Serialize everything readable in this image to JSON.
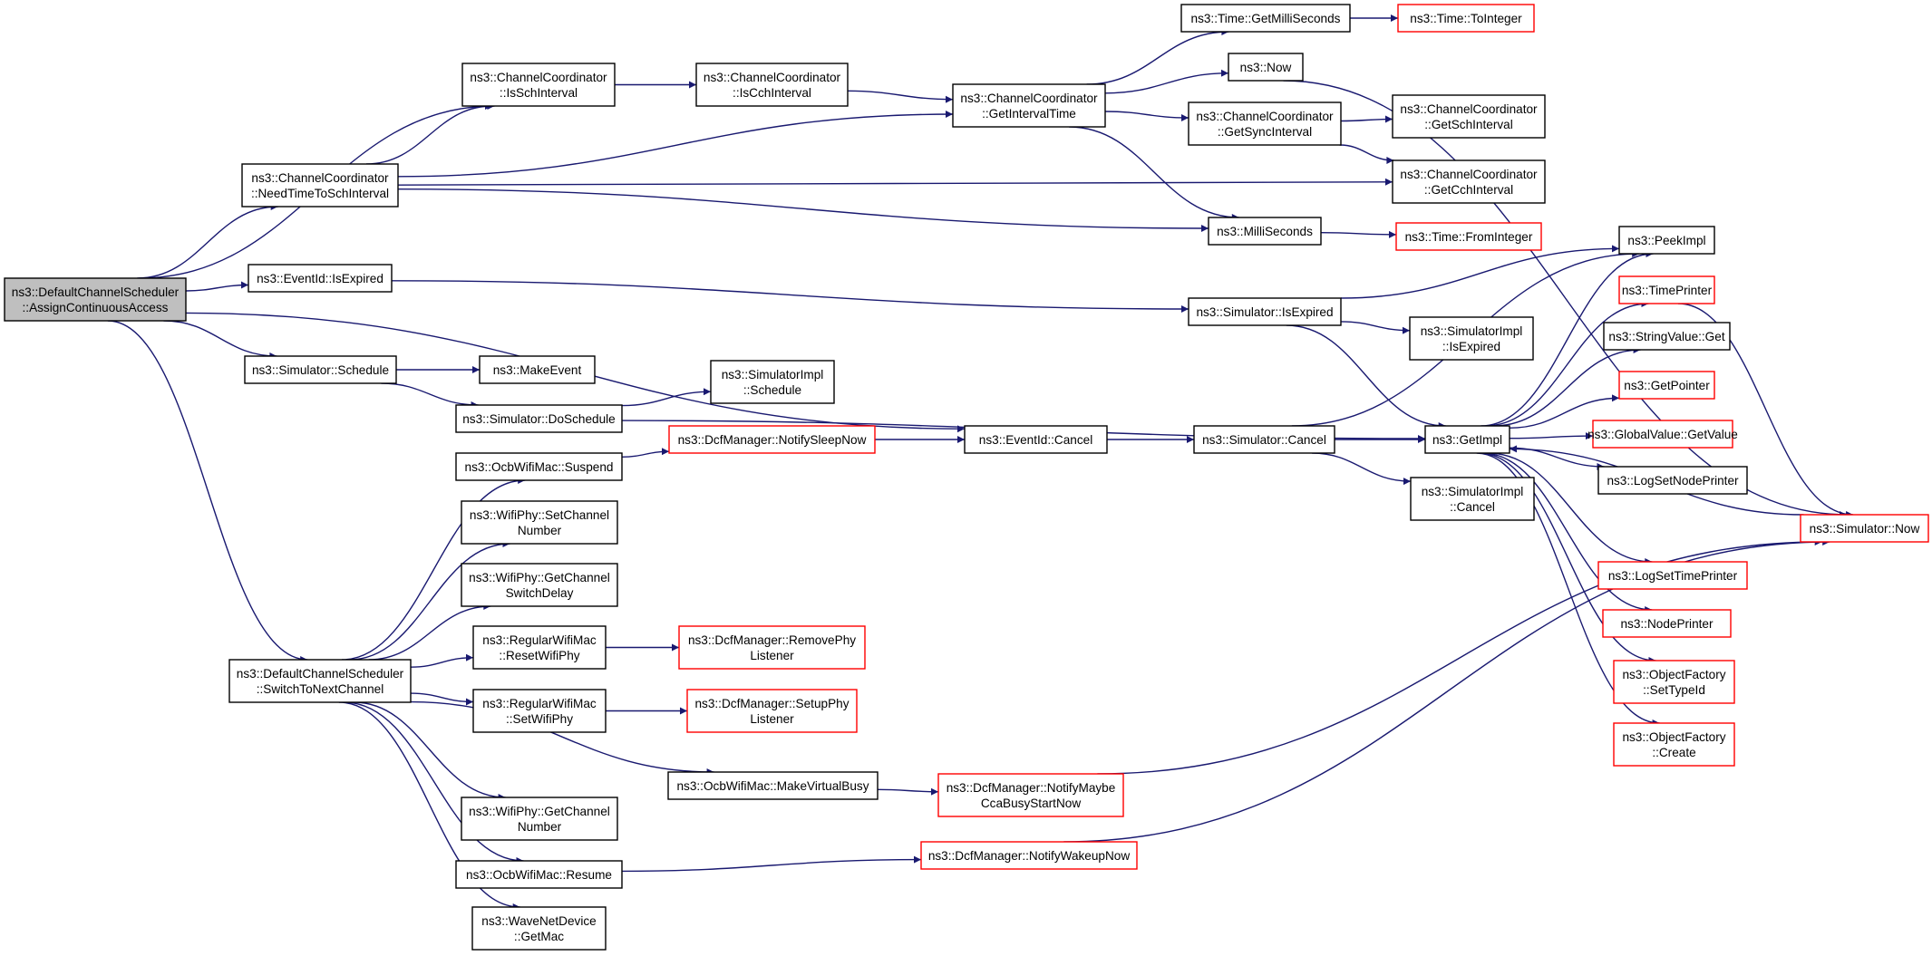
{
  "colors": {
    "edge": "#191970",
    "node_border": "#000000",
    "external_border": "#ff0000",
    "root_fill": "#bfbfbf",
    "node_fill": "#ffffff",
    "text": "#000000"
  },
  "nodes": [
    {
      "id": "root",
      "style": "root",
      "lines": [
        "ns3::DefaultChannelScheduler",
        "::AssignContinuousAccess"
      ]
    },
    {
      "id": "cc_issch",
      "style": "normal",
      "lines": [
        "ns3::ChannelCoordinator",
        "::IsSchInterval"
      ]
    },
    {
      "id": "cc_needtime",
      "style": "normal",
      "lines": [
        "ns3::ChannelCoordinator",
        "::NeedTimeToSchInterval"
      ]
    },
    {
      "id": "eid_isexp",
      "style": "normal",
      "lines": [
        "ns3::EventId::IsExpired"
      ]
    },
    {
      "id": "sim_schedule",
      "style": "normal",
      "lines": [
        "ns3::Simulator::Schedule"
      ]
    },
    {
      "id": "dcs_switch",
      "style": "normal",
      "lines": [
        "ns3::DefaultChannelScheduler",
        "::SwitchToNextChannel"
      ]
    },
    {
      "id": "cc_iscch",
      "style": "normal",
      "lines": [
        "ns3::ChannelCoordinator",
        "::IsCchInterval"
      ]
    },
    {
      "id": "cc_getint",
      "style": "normal",
      "lines": [
        "ns3::ChannelCoordinator",
        "::GetIntervalTime"
      ]
    },
    {
      "id": "time_getms",
      "style": "normal",
      "lines": [
        "ns3::Time::GetMilliSeconds"
      ]
    },
    {
      "id": "time_toint",
      "style": "external",
      "lines": [
        "ns3::Time::ToInteger"
      ]
    },
    {
      "id": "now",
      "style": "normal",
      "lines": [
        "ns3::Now"
      ]
    },
    {
      "id": "cc_getsync",
      "style": "normal",
      "lines": [
        "ns3::ChannelCoordinator",
        "::GetSyncInterval"
      ]
    },
    {
      "id": "cc_getsch",
      "style": "normal",
      "lines": [
        "ns3::ChannelCoordinator",
        "::GetSchInterval"
      ]
    },
    {
      "id": "cc_getcch",
      "style": "normal",
      "lines": [
        "ns3::ChannelCoordinator",
        "::GetCchInterval"
      ]
    },
    {
      "id": "millis",
      "style": "normal",
      "lines": [
        "ns3::MilliSeconds"
      ]
    },
    {
      "id": "time_fromint",
      "style": "external",
      "lines": [
        "ns3::Time::FromInteger"
      ]
    },
    {
      "id": "peekimpl",
      "style": "normal",
      "lines": [
        "ns3::PeekImpl"
      ]
    },
    {
      "id": "sim_isexp",
      "style": "normal",
      "lines": [
        "ns3::Simulator::IsExpired"
      ]
    },
    {
      "id": "timeprinter",
      "style": "external",
      "lines": [
        "ns3::TimePrinter"
      ]
    },
    {
      "id": "simimpl_isexp",
      "style": "normal",
      "lines": [
        "ns3::SimulatorImpl",
        "::IsExpired"
      ]
    },
    {
      "id": "strval_get",
      "style": "normal",
      "lines": [
        "ns3::StringValue::Get"
      ]
    },
    {
      "id": "makeevent",
      "style": "normal",
      "lines": [
        "ns3::MakeEvent"
      ]
    },
    {
      "id": "simimpl_sched",
      "style": "normal",
      "lines": [
        "ns3::SimulatorImpl",
        "::Schedule"
      ]
    },
    {
      "id": "getpointer",
      "style": "external",
      "lines": [
        "ns3::GetPointer"
      ]
    },
    {
      "id": "sim_dosched",
      "style": "normal",
      "lines": [
        "ns3::Simulator::DoSchedule"
      ]
    },
    {
      "id": "dcf_notifysleep",
      "style": "external",
      "lines": [
        "ns3::DcfManager::NotifySleepNow"
      ]
    },
    {
      "id": "eid_cancel",
      "style": "normal",
      "lines": [
        "ns3::EventId::Cancel"
      ]
    },
    {
      "id": "sim_cancel",
      "style": "normal",
      "lines": [
        "ns3::Simulator::Cancel"
      ]
    },
    {
      "id": "getimpl",
      "style": "normal",
      "lines": [
        "ns3::GetImpl"
      ]
    },
    {
      "id": "gv_getvalue",
      "style": "external",
      "lines": [
        "ns3::GlobalValue::GetValue"
      ]
    },
    {
      "id": "ocb_suspend",
      "style": "normal",
      "lines": [
        "ns3::OcbWifiMac::Suspend"
      ]
    },
    {
      "id": "lognodeprinter",
      "style": "normal",
      "lines": [
        "ns3::LogSetNodePrinter"
      ]
    },
    {
      "id": "simimpl_cancel",
      "style": "normal",
      "lines": [
        "ns3::SimulatorImpl",
        "::Cancel"
      ]
    },
    {
      "id": "sim_now",
      "style": "external",
      "lines": [
        "ns3::Simulator::Now"
      ]
    },
    {
      "id": "phy_setchan",
      "style": "normal",
      "lines": [
        "ns3::WifiPhy::SetChannel",
        "Number"
      ]
    },
    {
      "id": "logtimeprinter",
      "style": "external",
      "lines": [
        "ns3::LogSetTimePrinter"
      ]
    },
    {
      "id": "phy_getswitch",
      "style": "normal",
      "lines": [
        "ns3::WifiPhy::GetChannel",
        "SwitchDelay"
      ]
    },
    {
      "id": "nodeprinter",
      "style": "external",
      "lines": [
        "ns3::NodePrinter"
      ]
    },
    {
      "id": "rwm_reset",
      "style": "normal",
      "lines": [
        "ns3::RegularWifiMac",
        "::ResetWifiPhy"
      ]
    },
    {
      "id": "dcf_removephy",
      "style": "external",
      "lines": [
        "ns3::DcfManager::RemovePhy",
        "Listener"
      ]
    },
    {
      "id": "of_settypeid",
      "style": "external",
      "lines": [
        "ns3::ObjectFactory",
        "::SetTypeId"
      ]
    },
    {
      "id": "rwm_set",
      "style": "normal",
      "lines": [
        "ns3::RegularWifiMac",
        "::SetWifiPhy"
      ]
    },
    {
      "id": "dcf_setupphy",
      "style": "external",
      "lines": [
        "ns3::DcfManager::SetupPhy",
        "Listener"
      ]
    },
    {
      "id": "of_create",
      "style": "external",
      "lines": [
        "ns3::ObjectFactory",
        "::Create"
      ]
    },
    {
      "id": "ocb_makebusy",
      "style": "normal",
      "lines": [
        "ns3::OcbWifiMac::MakeVirtualBusy"
      ]
    },
    {
      "id": "dcf_notifycca",
      "style": "external",
      "lines": [
        "ns3::DcfManager::NotifyMaybe",
        "CcaBusyStartNow"
      ]
    },
    {
      "id": "phy_getchan",
      "style": "normal",
      "lines": [
        "ns3::WifiPhy::GetChannel",
        "Number"
      ]
    },
    {
      "id": "dcf_notifywake",
      "style": "external",
      "lines": [
        "ns3::DcfManager::NotifyWakeupNow"
      ]
    },
    {
      "id": "ocb_resume",
      "style": "normal",
      "lines": [
        "ns3::OcbWifiMac::Resume"
      ]
    },
    {
      "id": "wnd_getmac",
      "style": "normal",
      "lines": [
        "ns3::WaveNetDevice",
        "::GetMac"
      ]
    }
  ],
  "edges": [
    [
      "root",
      "cc_issch"
    ],
    [
      "root",
      "cc_needtime"
    ],
    [
      "root",
      "eid_isexp"
    ],
    [
      "root",
      "eid_cancel"
    ],
    [
      "root",
      "sim_schedule"
    ],
    [
      "root",
      "dcs_switch"
    ],
    [
      "cc_issch",
      "cc_iscch"
    ],
    [
      "cc_iscch",
      "cc_getint"
    ],
    [
      "cc_needtime",
      "cc_issch"
    ],
    [
      "cc_needtime",
      "cc_getint"
    ],
    [
      "cc_needtime",
      "cc_getcch"
    ],
    [
      "cc_needtime",
      "millis"
    ],
    [
      "cc_getint",
      "time_getms"
    ],
    [
      "cc_getint",
      "now"
    ],
    [
      "cc_getint",
      "cc_getsync"
    ],
    [
      "cc_getint",
      "millis"
    ],
    [
      "time_getms",
      "time_toint"
    ],
    [
      "now",
      "sim_now"
    ],
    [
      "cc_getsync",
      "cc_getsch"
    ],
    [
      "cc_getsync",
      "cc_getcch"
    ],
    [
      "millis",
      "time_fromint"
    ],
    [
      "eid_isexp",
      "sim_isexp"
    ],
    [
      "sim_isexp",
      "peekimpl"
    ],
    [
      "sim_isexp",
      "simimpl_isexp"
    ],
    [
      "sim_isexp",
      "getimpl"
    ],
    [
      "sim_schedule",
      "makeevent"
    ],
    [
      "sim_schedule",
      "sim_dosched"
    ],
    [
      "sim_dosched",
      "simimpl_sched"
    ],
    [
      "sim_dosched",
      "getimpl"
    ],
    [
      "eid_cancel",
      "sim_cancel"
    ],
    [
      "sim_cancel",
      "peekimpl"
    ],
    [
      "sim_cancel",
      "getimpl"
    ],
    [
      "sim_cancel",
      "simimpl_cancel"
    ],
    [
      "getimpl",
      "peekimpl"
    ],
    [
      "getimpl",
      "timeprinter"
    ],
    [
      "getimpl",
      "strval_get"
    ],
    [
      "getimpl",
      "getpointer"
    ],
    [
      "getimpl",
      "gv_getvalue"
    ],
    [
      "getimpl",
      "lognodeprinter"
    ],
    [
      "getimpl",
      "logtimeprinter"
    ],
    [
      "getimpl",
      "nodeprinter"
    ],
    [
      "getimpl",
      "of_settypeid"
    ],
    [
      "getimpl",
      "of_create"
    ],
    [
      "timeprinter",
      "sim_now"
    ],
    [
      "sim_now",
      "getimpl"
    ],
    [
      "dcs_switch",
      "ocb_suspend"
    ],
    [
      "dcs_switch",
      "phy_setchan"
    ],
    [
      "dcs_switch",
      "phy_getswitch"
    ],
    [
      "dcs_switch",
      "rwm_reset"
    ],
    [
      "dcs_switch",
      "rwm_set"
    ],
    [
      "dcs_switch",
      "ocb_makebusy"
    ],
    [
      "dcs_switch",
      "phy_getchan"
    ],
    [
      "dcs_switch",
      "ocb_resume"
    ],
    [
      "dcs_switch",
      "wnd_getmac"
    ],
    [
      "ocb_suspend",
      "dcf_notifysleep"
    ],
    [
      "dcf_notifysleep",
      "eid_cancel"
    ],
    [
      "rwm_reset",
      "dcf_removephy"
    ],
    [
      "rwm_set",
      "dcf_setupphy"
    ],
    [
      "ocb_makebusy",
      "dcf_notifycca"
    ],
    [
      "dcf_notifycca",
      "sim_now"
    ],
    [
      "ocb_resume",
      "dcf_notifywake"
    ],
    [
      "dcf_notifywake",
      "sim_now"
    ]
  ]
}
